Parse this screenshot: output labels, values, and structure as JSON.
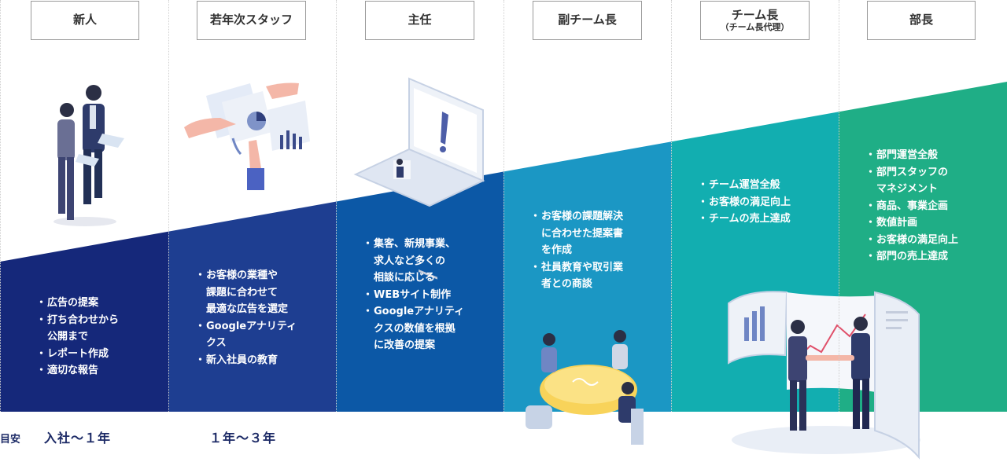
{
  "colors": {
    "col1": "#15287a",
    "col2": "#1e3e91",
    "col3": "#0c58a6",
    "col4": "#1b97c4",
    "col5": "#12aeb0",
    "col6": "#1fae86"
  },
  "columns": [
    {
      "title": "新人",
      "subtitle": "",
      "items": [
        "広告の提案",
        "打ち合わせから\n公開まで",
        "レポート作成",
        "適切な報告"
      ]
    },
    {
      "title": "若年次スタッフ",
      "subtitle": "",
      "items": [
        "お客様の業種や\n課題に合わせて\n最適な広告を選定",
        "Googleアナリティ\nクス",
        "新入社員の教育"
      ]
    },
    {
      "title": "主任",
      "subtitle": "",
      "items": [
        "集客、新規事業、\n求人など多くの\n相談に応じる",
        "WEBサイト制作",
        "Googleアナリティ\nクスの数値を根拠\nに改善の提案"
      ]
    },
    {
      "title": "副チーム長",
      "subtitle": "",
      "items": [
        "お客様の課題解決\nに合わせた提案書\nを作成",
        "社員教育や取引業\n者との商談"
      ]
    },
    {
      "title": "チーム長",
      "subtitle": "（チーム長代理）",
      "items": [
        "チーム運営全般",
        "お客様の満足向上",
        "チームの売上達成"
      ]
    },
    {
      "title": "部長",
      "subtitle": "",
      "items": [
        "部門運営全般",
        "部門スタッフの\nマネジメント",
        "商品、事業企画",
        "数値計画",
        "お客様の満足向上",
        "部門の売上達成"
      ]
    }
  ],
  "footer": {
    "label": "目安",
    "period1": "入社〜１年",
    "period2": "１年〜３年"
  }
}
